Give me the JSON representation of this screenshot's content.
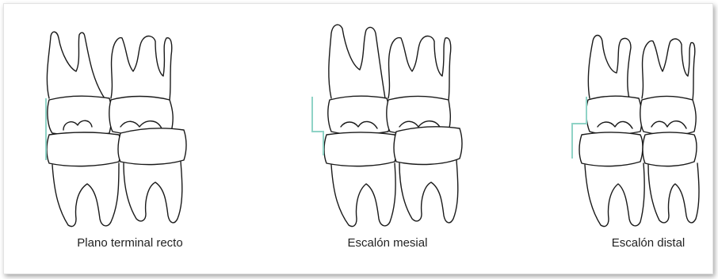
{
  "colors": {
    "reference_line": "#8fd3c6",
    "outline": "#1a1a1a"
  },
  "panels": [
    {
      "label": "Plano terminal recto"
    },
    {
      "label": "Escalón mesial"
    },
    {
      "label": "Escalón distal"
    }
  ]
}
